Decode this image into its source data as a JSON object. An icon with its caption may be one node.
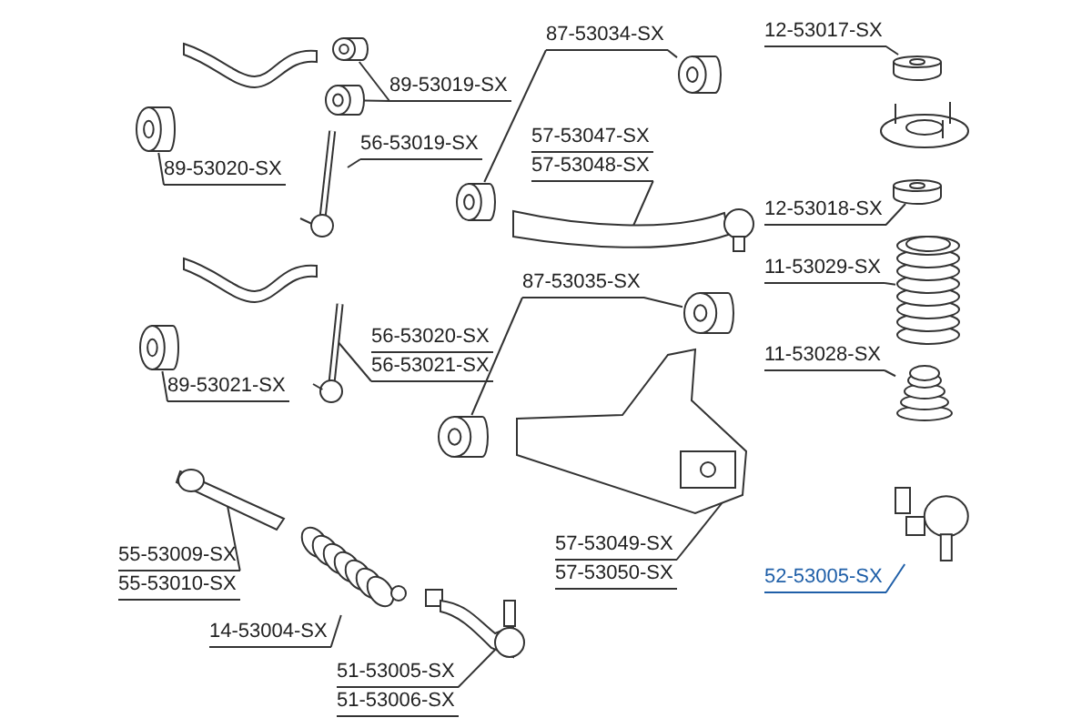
{
  "diagram": {
    "nodes": [
      {
        "text": [
          "89-53019-SX"
        ]
      },
      {
        "text": [],
        "shape": "cylinder"
      },
      {
        "text": [],
        "shape": "cylinder"
      },
      {
        "text": [
          "56-53019-SX"
        ]
      },
      {
        "text": [],
        "shape": "picture"
      },
      {
        "text": [
          "89-53020-SX"
        ]
      },
      {
        "text": [],
        "shape": "cylinder"
      },
      {
        "text": [
          "87-53034-SX"
        ]
      },
      {
        "text": [],
        "shape": "cylinder"
      },
      {
        "text": [],
        "shape": "cylinder"
      },
      {
        "text": [
          "57-53047-SX",
          "57-53048-SX"
        ]
      },
      {
        "text": [],
        "shape": "picture"
      },
      {
        "text": [
          "12-53017-SX"
        ]
      },
      {
        "text": [],
        "shape": "cylinder"
      },
      {
        "text": [
          "12-53018-SX"
        ]
      },
      {
        "text": [],
        "shape": "cylinder"
      },
      {
        "text": [
          "11-53029-SX"
        ]
      },
      {
        "text": [],
        "shape": "picture"
      },
      {
        "text": [
          "11-53028-SX"
        ]
      },
      {
        "text": [],
        "shape": "picture"
      },
      {
        "text": [
          "87-53035-SX"
        ]
      },
      {
        "text": [],
        "shape": "cylinder"
      },
      {
        "text": [],
        "shape": "cylinder"
      },
      {
        "text": [
          "56-53020-SX",
          "56-53021-SX"
        ]
      },
      {
        "text": [],
        "shape": "picture"
      },
      {
        "text": [
          "89-53021-SX"
        ]
      },
      {
        "text": [],
        "shape": "cylinder"
      },
      {
        "text": [
          "57-53049-SX",
          "57-53050-SX"
        ]
      },
      {
        "text": [],
        "shape": "picture"
      },
      {
        "text": [
          "52-53005-SX"
        ]
      },
      {
        "text": [],
        "shape": "picture"
      },
      {
        "text": [
          "55-53009-SX",
          "55-53010-SX"
        ]
      },
      {
        "text": [],
        "shape": "picture"
      },
      {
        "text": [
          "14-53004-SX"
        ]
      },
      {
        "text": [],
        "shape": "picture"
      },
      {
        "text": [
          "51-53005-SX",
          "51-53006-SX"
        ]
      },
      {
        "text": [],
        "shape": "picture"
      }
    ],
    "edges": [
      {
        "from": 0,
        "to": 1,
        "arrow": "none"
      },
      {
        "from": 0,
        "to": 2,
        "arrow": "none"
      },
      {
        "from": 3,
        "to": 4,
        "arrow": "none"
      },
      {
        "from": 5,
        "to": 6,
        "arrow": "none"
      },
      {
        "from": 7,
        "to": 8,
        "arrow": "none"
      },
      {
        "from": 7,
        "to": 9,
        "arrow": "none"
      },
      {
        "from": 10,
        "to": 11,
        "arrow": "none"
      },
      {
        "from": 12,
        "to": 13,
        "arrow": "none"
      },
      {
        "from": 14,
        "to": 15,
        "arrow": "none"
      },
      {
        "from": 16,
        "to": 17,
        "arrow": "none"
      },
      {
        "from": 18,
        "to": 19,
        "arrow": "none"
      },
      {
        "from": 20,
        "to": 21,
        "arrow": "none"
      },
      {
        "from": 20,
        "to": 22,
        "arrow": "none"
      },
      {
        "from": 23,
        "to": 24,
        "arrow": "none"
      },
      {
        "from": 25,
        "to": 26,
        "arrow": "none"
      },
      {
        "from": 27,
        "to": 28,
        "arrow": "none"
      },
      {
        "from": 29,
        "to": 30,
        "arrow": "none",
        "color": "#1f5fa8"
      },
      {
        "from": 31,
        "to": 32,
        "arrow": "none"
      },
      {
        "from": 33,
        "to": 34,
        "arrow": "none"
      },
      {
        "from": 35,
        "to": 36,
        "arrow": "none"
      }
    ]
  }
}
